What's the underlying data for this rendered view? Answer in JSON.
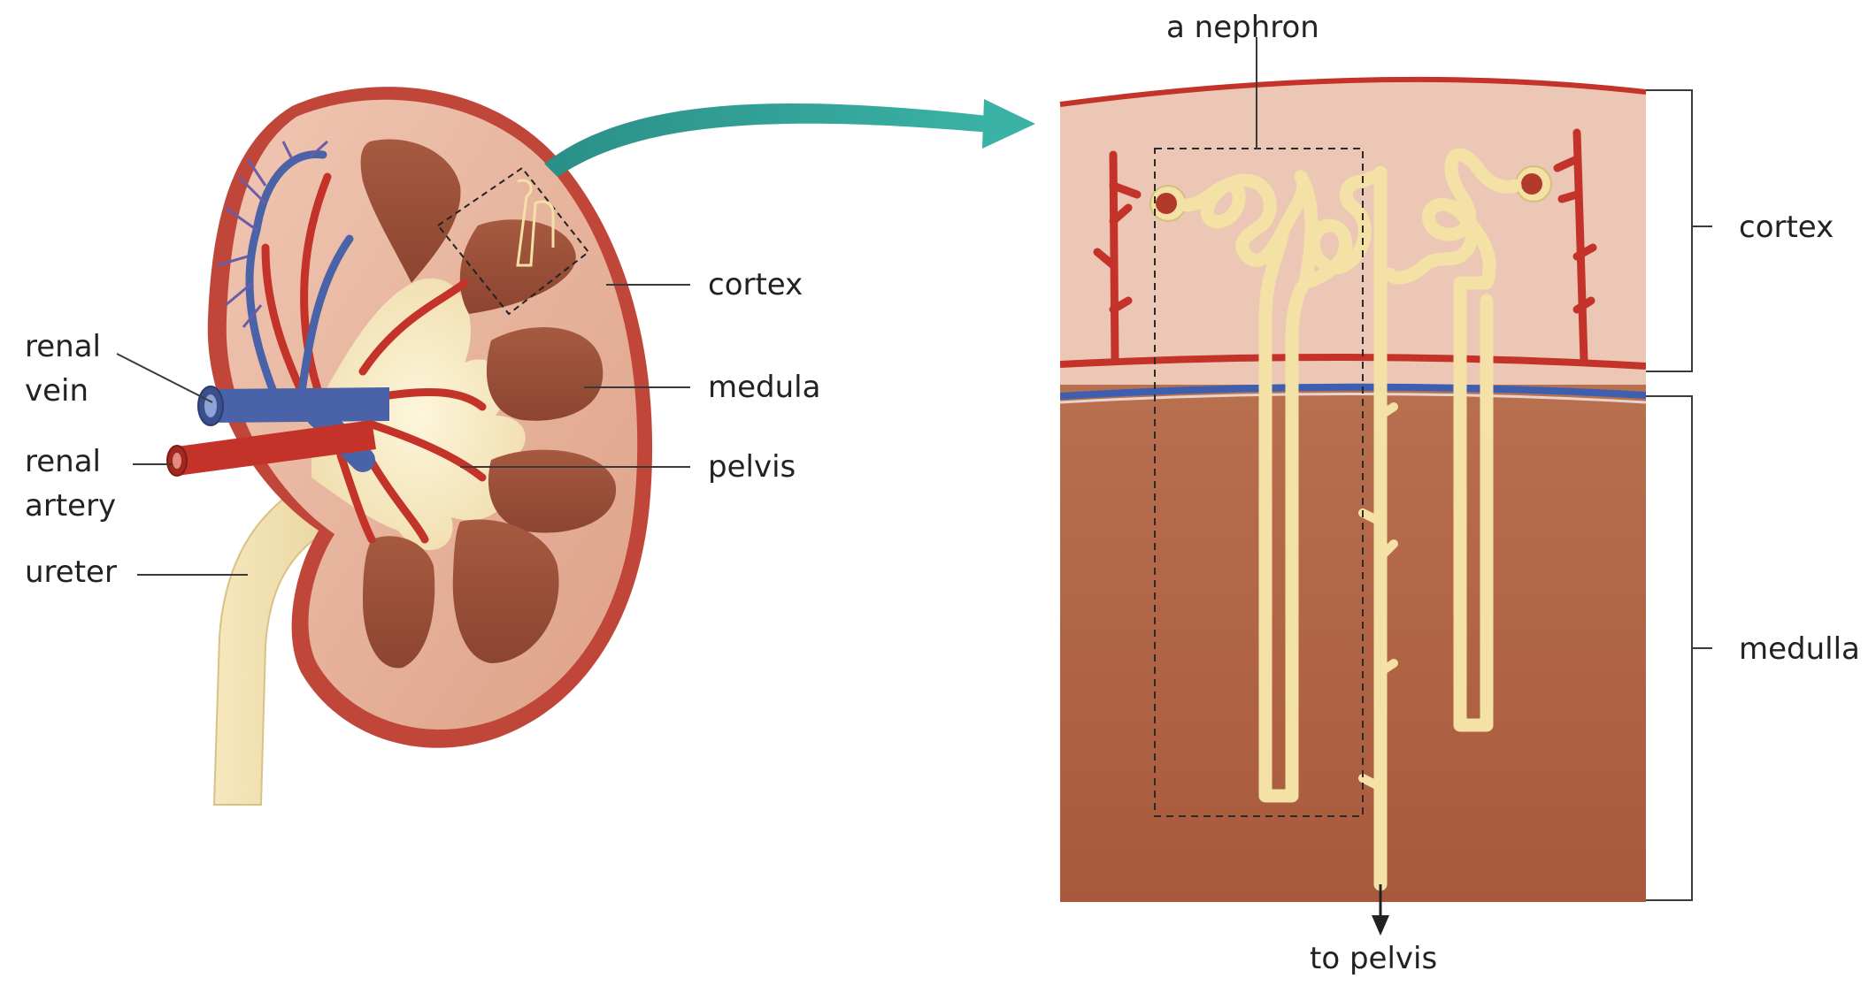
{
  "labels": {
    "renal_vein": [
      "renal",
      "vein"
    ],
    "renal_artery": [
      "renal",
      "artery"
    ],
    "ureter": "ureter",
    "kidney_cortex": "cortex",
    "kidney_medula": "medula",
    "kidney_pelvis": "pelvis",
    "nephron": "a nephron",
    "detail_cortex": "cortex",
    "detail_medulla": "medulla",
    "to_pelvis": "to pelvis"
  },
  "colors": {
    "cortex_fill": "#e9b49c",
    "medulla_pyramid": "#a5583f",
    "pelvis_cream": "#f7ecc8",
    "artery_red": "#c4332a",
    "vein_blue": "#4a63a8",
    "tubule_yellow": "#f3e1a5",
    "detail_cortex_bg": "#ecc7b6",
    "detail_medulla_bg": "#b46a4c",
    "arrow_teal": "#2f9e93"
  }
}
